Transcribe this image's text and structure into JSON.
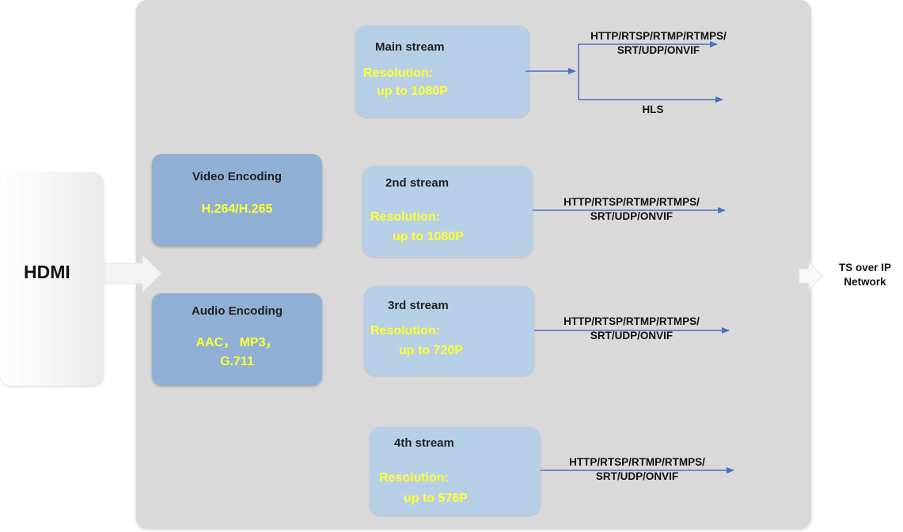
{
  "input": {
    "label": "HDMI"
  },
  "output": {
    "line1": "TS over IP",
    "line2": "Network"
  },
  "encoders": [
    {
      "title": "Video Encoding",
      "lines": [
        "H.264/H.265"
      ]
    },
    {
      "title": "Audio Encoding",
      "lines": [
        "AAC， MP3，",
        "G.711"
      ]
    }
  ],
  "streams": [
    {
      "title": "Main stream",
      "res_label": "Resolution:",
      "res_value": "up to 1080P",
      "protocols": [
        {
          "line1": "HTTP/RTSP/RTMP/RTMPS/",
          "line2": "SRT/UDP/ONVIF"
        },
        {
          "line1": "HLS"
        }
      ]
    },
    {
      "title": "2nd stream",
      "res_label": "Resolution:",
      "res_value": "up to 1080P",
      "protocols": [
        {
          "line1": "HTTP/RTSP/RTMP/RTMPS/",
          "line2": "SRT/UDP/ONVIF"
        }
      ]
    },
    {
      "title": "3rd stream",
      "res_label": "Resolution:",
      "res_value": "up to 720P",
      "protocols": [
        {
          "line1": "HTTP/RTSP/RTMP/RTMPS/",
          "line2": "SRT/UDP/ONVIF"
        }
      ]
    },
    {
      "title": "4th stream",
      "res_label": "Resolution:",
      "res_value": "up to 576P",
      "protocols": [
        {
          "line1": "HTTP/RTSP/RTMP/RTMPS/",
          "line2": "SRT/UDP/ONVIF"
        }
      ]
    }
  ],
  "colors": {
    "panel": "#d9d9d9",
    "stream_box": "#b7cfe6",
    "encoder_box": "#8fb0d4",
    "highlight_text": "#ffff33",
    "arrow": "#4a6fc4"
  }
}
